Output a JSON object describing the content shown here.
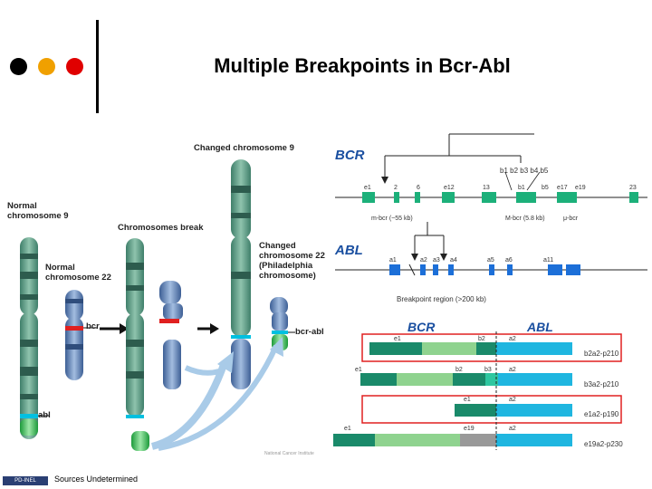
{
  "slide": {
    "title": "Multiple Breakpoints in Bcr-Abl",
    "dot_colors": [
      "#000000",
      "#f0a000",
      "#e00000"
    ],
    "footer": "Sources Undetermined",
    "footer_logo": "PD-INEL",
    "credit": "National Cancer Institute"
  },
  "chromosomes": {
    "normal9_label": "Normal\nchromosome 9",
    "normal22_label": "Normal\nchromosome 22",
    "break_label": "Chromosomes break",
    "changed9_label": "Changed chromosome 9",
    "changed22_label": "Changed\nchromosome 22\n(Philadelphia\nchromosome)",
    "bcr_label": "bcr",
    "abl_label": "abl",
    "bcr_abl_label": "bcr-abl"
  },
  "gene_map": {
    "bcr_title": "BCR",
    "abl_title": "ABL",
    "bcr_exon_top": "b1 b2 b3 b4 b5",
    "bcr_exons": [
      "e1",
      "2",
      "6",
      "e12",
      "13",
      "b1",
      "b5",
      "e17",
      "e19",
      "23"
    ],
    "m_bcr": "m-bcr (~55 kb)",
    "M_bcr": "M-bcr (5.8 kb)",
    "mu_bcr": "μ-bcr",
    "abl_exons": [
      "a1",
      "a2",
      "a3",
      "a4",
      "a5",
      "a6",
      "a11"
    ],
    "breakpoint_region": "Breakpoint region (>200 kb)"
  },
  "fusions": {
    "bcr_header": "BCR",
    "abl_header": "ABL",
    "rows": [
      {
        "label": "b2a2-p210",
        "left": "e1",
        "mid": "b2",
        "right": "a2"
      },
      {
        "label": "b3a2-p210",
        "left": "e1",
        "mid": "b2",
        "mid2": "b3",
        "right": "a2"
      },
      {
        "label": "e1a2-p190",
        "left": "e1",
        "right": "a2"
      },
      {
        "label": "e19a2-p230",
        "left": "e1",
        "mid": "e19",
        "right": "a2"
      }
    ]
  }
}
